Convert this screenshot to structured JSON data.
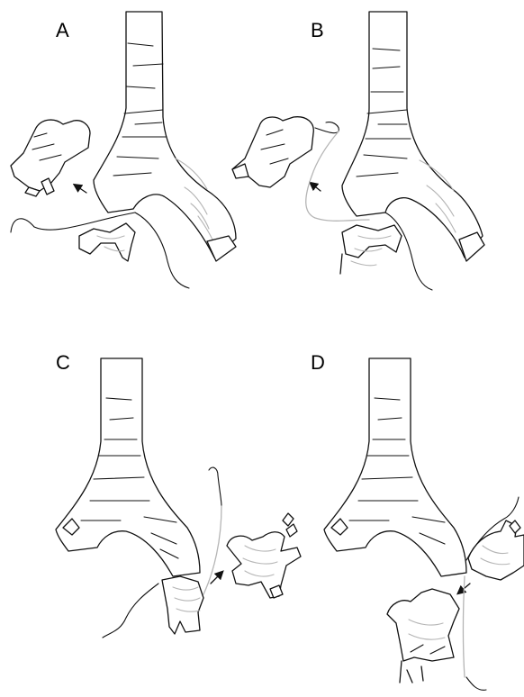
{
  "figure": {
    "panels": [
      {
        "id": "A",
        "label": "A"
      },
      {
        "id": "B",
        "label": "B"
      },
      {
        "id": "C",
        "label": "C"
      },
      {
        "id": "D",
        "label": "D"
      }
    ],
    "colors": {
      "ink": "#111111",
      "light_line": "#b5b5b5",
      "background": "#ffffff"
    }
  }
}
